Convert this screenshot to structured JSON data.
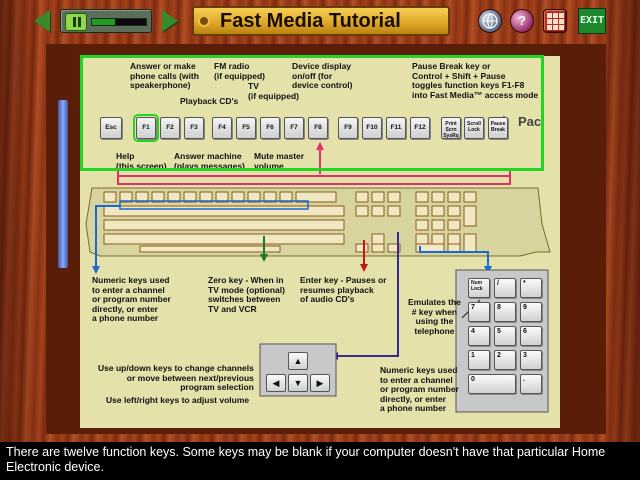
{
  "app": {
    "title": "Fast Media Tutorial",
    "exit_label": "EXIT",
    "help_label": "?"
  },
  "player": {
    "progress": 0.42
  },
  "function_keys": [
    "Esc",
    "F1",
    "F2",
    "F3",
    "F4",
    "F5",
    "F6",
    "F7",
    "F8",
    "F9",
    "F10",
    "F11",
    "F12"
  ],
  "special_keys": {
    "print_screen": "Print Scrn SysRq",
    "scroll_lock": "Scroll Lock",
    "pause_break": "Pause Break"
  },
  "logo_text": "Pac",
  "annotations": {
    "answer_calls": "Answer or make\nphone calls (with\nspeakerphone)",
    "fm_radio": "FM radio\n(if equipped)",
    "tv": "TV\n(if equipped)",
    "playback_cds": "Playback CD's",
    "device_display": "Device display\non/off  (for\ndevice control)",
    "pause_break_note": "Pause Break key or\nControl + Shift + Pause\ntoggles function keys F1-F8\ninto Fast Media™ access mode",
    "help": "Help\n(this screen)",
    "answer_machine": "Answer machine\n(plays messages)",
    "mute_master": "Mute master\nvolume",
    "numeric_keys_left": "Numeric keys used\nto enter a channel\nor program number\ndirectly, or enter\na phone number",
    "zero_key": "Zero key - When in\nTV mode (optional)\nswitches between\nTV and VCR",
    "enter_key": "Enter key - Pauses or\nresumes playback\nof audio CD's",
    "emulates_hash": "Emulates the\n# key when\nusing the\ntelephone",
    "up_down_keys": "Use up/down keys to change channels\nor move between next/previous\nprogram selection",
    "left_right_keys": "Use left/right keys to adjust volume",
    "numeric_keys_right": "Numeric keys used\nto enter a channel\nor program number\ndirectly, or enter\na phone number"
  },
  "numpad": {
    "keys": [
      "Num Lock",
      "/",
      "*",
      "7",
      "8",
      "9",
      "4",
      "5",
      "6",
      "1",
      "2",
      "3",
      "0",
      "."
    ]
  },
  "arrow_keys": {
    "up": "▲",
    "left": "◀",
    "down": "▼",
    "right": "▶"
  },
  "caption": "There are twelve function keys.  Some keys may be blank if your computer doesn't have that particular Home Electronic device.",
  "colors": {
    "frame_wood": "#9a3c18",
    "panel_bg": "#e5e1ab",
    "highlight_green": "#24d424",
    "line_magenta": "#e0306a",
    "line_blue": "#1a6ad0",
    "line_green": "#1a7a2a",
    "line_red": "#c01818",
    "line_purple": "#3a2a90"
  },
  "icons": {
    "nav_left": "triangle-left-icon",
    "nav_right": "triangle-right-icon",
    "pause": "pause-icon",
    "globe": "globe-icon",
    "help": "question-icon",
    "grid": "grid-icon",
    "exit": "exit-icon"
  }
}
